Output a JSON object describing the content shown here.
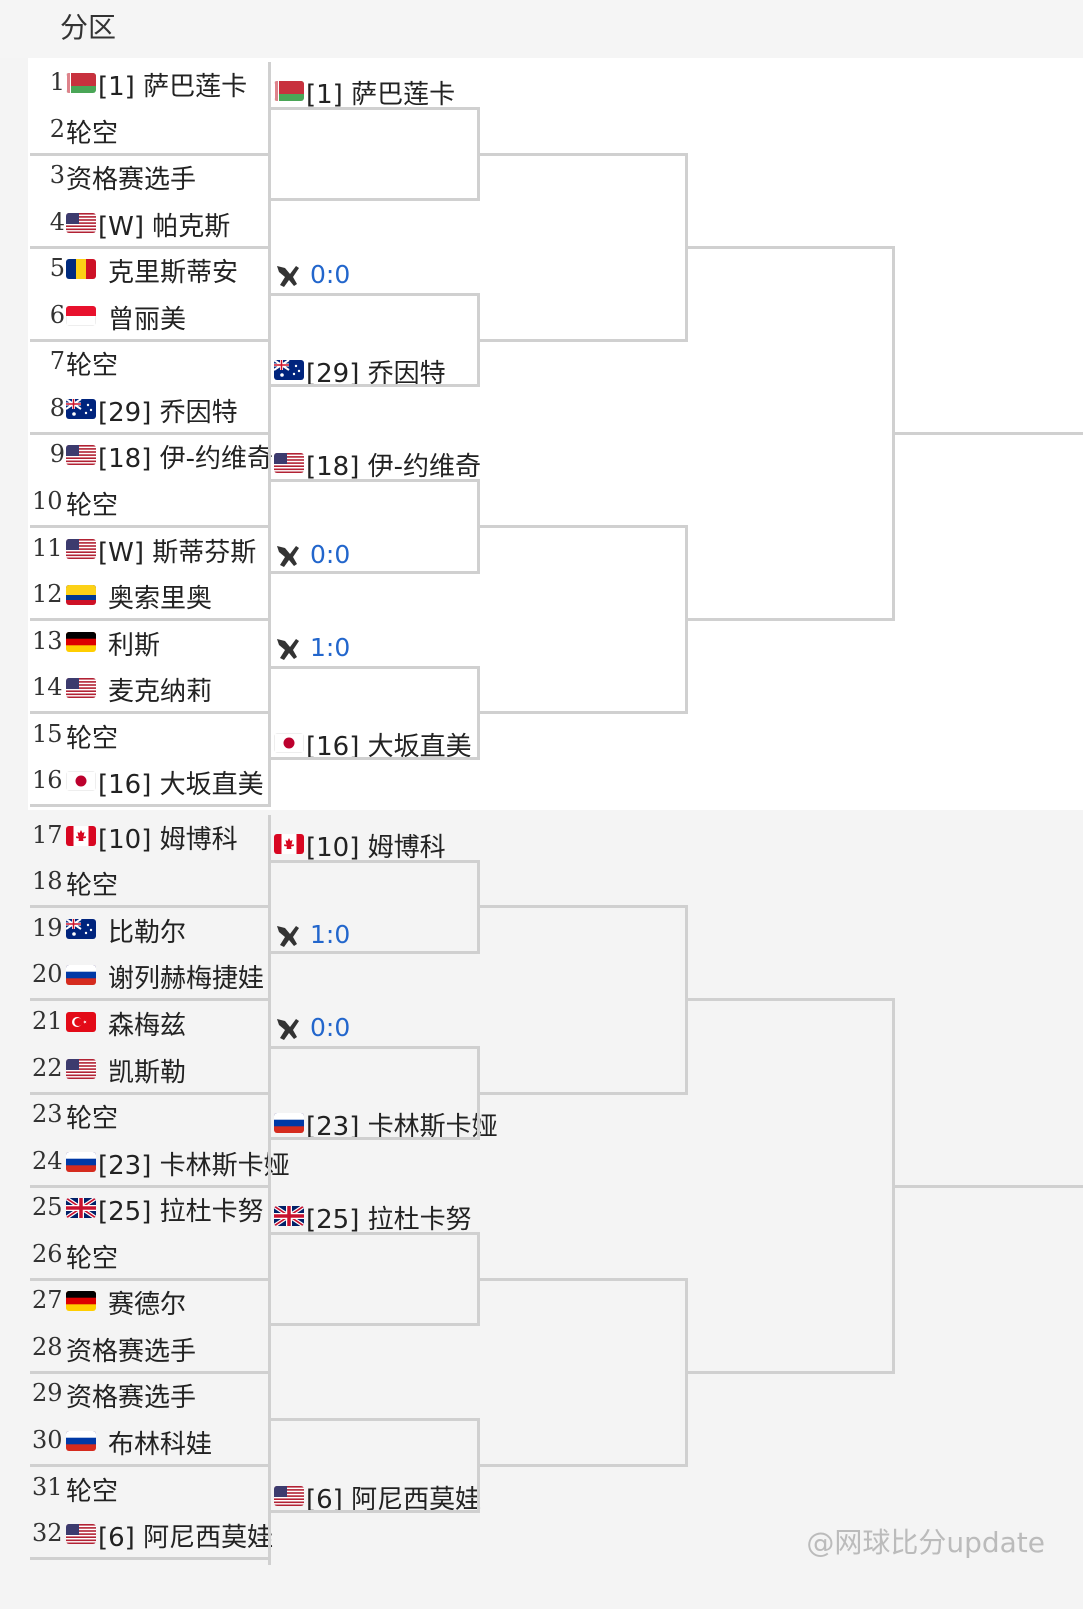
{
  "header": {
    "title": "分区"
  },
  "round1": [
    {
      "num": "1",
      "flag": "blr",
      "name": "[1] 萨巴莲卡"
    },
    {
      "num": "2",
      "flag": "",
      "name": "轮空"
    },
    {
      "num": "3",
      "flag": "",
      "name": "资格赛选手"
    },
    {
      "num": "4",
      "flag": "usa",
      "name": "[W] 帕克斯"
    },
    {
      "num": "5",
      "flag": "rou",
      "name": "克里斯蒂安"
    },
    {
      "num": "6",
      "flag": "idn",
      "name": "曾丽美"
    },
    {
      "num": "7",
      "flag": "",
      "name": "轮空"
    },
    {
      "num": "8",
      "flag": "aus",
      "name": "[29] 乔因特"
    },
    {
      "num": "9",
      "flag": "usa",
      "name": "[18] 伊-约维奇"
    },
    {
      "num": "10",
      "flag": "",
      "name": "轮空"
    },
    {
      "num": "11",
      "flag": "usa",
      "name": "[W] 斯蒂芬斯"
    },
    {
      "num": "12",
      "flag": "col",
      "name": "奥索里奥"
    },
    {
      "num": "13",
      "flag": "ger",
      "name": "利斯"
    },
    {
      "num": "14",
      "flag": "usa",
      "name": "麦克纳莉"
    },
    {
      "num": "15",
      "flag": "",
      "name": "轮空"
    },
    {
      "num": "16",
      "flag": "jpn",
      "name": "[16] 大坂直美"
    },
    {
      "num": "17",
      "flag": "can",
      "name": "[10] 姆博科"
    },
    {
      "num": "18",
      "flag": "",
      "name": "轮空"
    },
    {
      "num": "19",
      "flag": "aus",
      "name": "比勒尔"
    },
    {
      "num": "20",
      "flag": "rus",
      "name": "谢列赫梅捷娃"
    },
    {
      "num": "21",
      "flag": "tur",
      "name": "森梅兹"
    },
    {
      "num": "22",
      "flag": "usa",
      "name": "凯斯勒"
    },
    {
      "num": "23",
      "flag": "",
      "name": "轮空"
    },
    {
      "num": "24",
      "flag": "rus",
      "name": "[23] 卡林斯卡娅"
    },
    {
      "num": "25",
      "flag": "gbr",
      "name": "[25] 拉杜卡努"
    },
    {
      "num": "26",
      "flag": "",
      "name": "轮空"
    },
    {
      "num": "27",
      "flag": "ger",
      "name": "赛德尔"
    },
    {
      "num": "28",
      "flag": "",
      "name": "资格赛选手"
    },
    {
      "num": "29",
      "flag": "",
      "name": "资格赛选手"
    },
    {
      "num": "30",
      "flag": "rus",
      "name": "布林科娃"
    },
    {
      "num": "31",
      "flag": "",
      "name": "轮空"
    },
    {
      "num": "32",
      "flag": "usa",
      "name": "[6] 阿尼西莫娃"
    }
  ],
  "round2": [
    {
      "type": "player",
      "flag": "blr",
      "name": "[1] 萨巴莲卡"
    },
    {
      "type": "empty"
    },
    {
      "type": "score",
      "score": "0:0"
    },
    {
      "type": "player",
      "flag": "aus",
      "name": "[29] 乔因特"
    },
    {
      "type": "player",
      "flag": "usa",
      "name": "[18] 伊-约维奇"
    },
    {
      "type": "score",
      "score": "0:0"
    },
    {
      "type": "score",
      "score": "1:0"
    },
    {
      "type": "player",
      "flag": "jpn",
      "name": "[16] 大坂直美"
    },
    {
      "type": "player",
      "flag": "can",
      "name": "[10] 姆博科"
    },
    {
      "type": "score",
      "score": "1:0"
    },
    {
      "type": "score",
      "score": "0:0"
    },
    {
      "type": "player",
      "flag": "rus",
      "name": "[23] 卡林斯卡娅"
    },
    {
      "type": "player",
      "flag": "gbr",
      "name": "[25] 拉杜卡努"
    },
    {
      "type": "empty"
    },
    {
      "type": "empty"
    },
    {
      "type": "player",
      "flag": "usa",
      "name": "[6] 阿尼西莫娃"
    }
  ],
  "watermark": "@网球比分update",
  "colors": {
    "score": "#2266cc",
    "line": "#d0d0d0",
    "band": "#f4f4f4"
  }
}
